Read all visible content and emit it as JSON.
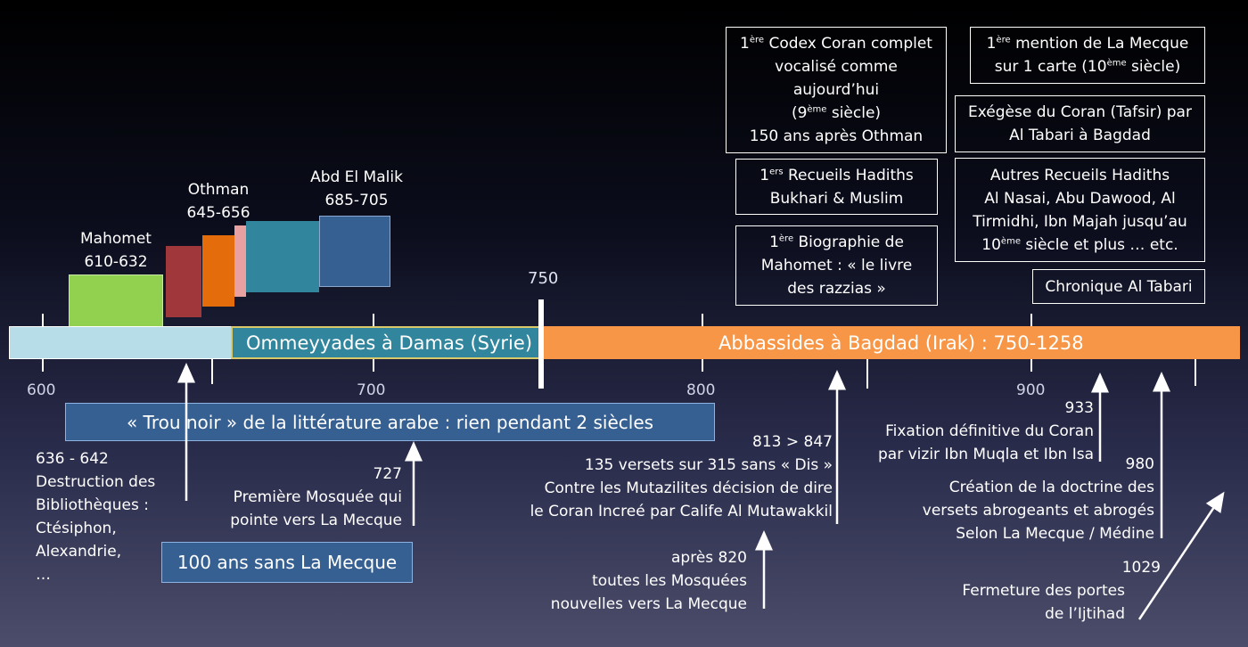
{
  "timeline": {
    "segment_ommeyyades": "Ommeyyades à Damas (Syrie)",
    "segment_abbassides": "Abbassides à Bagdad (Irak) : 750-1258",
    "marker_750": "750",
    "tick_labels": [
      "600",
      "700",
      "800",
      "900"
    ]
  },
  "rulers": {
    "mahomet": "Mahomet\n610-632",
    "othman": "Othman\n645-656",
    "abd_el_malik": "Abd El Malik\n685-705"
  },
  "ruler_colors": [
    "#92d050",
    "#a0383b",
    "#e46c0a",
    "#e8a0a0",
    "#31859c",
    "#366092"
  ],
  "timeline_colors": {
    "early": "#b7dde8",
    "ommeyyades": "#31859c",
    "abbassides": "#f79646"
  },
  "banners": {
    "trou_noir": "« Trou noir » de la littérature arabe : rien pendant 2 siècles",
    "cent_ans": "100 ans sans La Mecque"
  },
  "boxes": {
    "codex_sup": "ère",
    "codex_a": "1",
    "codex_b": " Codex Coran complet\nvocalisé comme\naujourd’hui\n(9",
    "codex_sup2": "ème",
    "codex_c": " siècle)\n150 ans après Othman",
    "hadiths_a": "1",
    "hadiths_sup": "ers",
    "hadiths_b": " Recueils Hadiths\nBukhari & Muslim",
    "bio_a": "1",
    "bio_sup": "ère",
    "bio_b": " Biographie de\nMahomet : « le livre\ndes razzias »",
    "mecque_a": "1",
    "mecque_sup": "ère",
    "mecque_b": " mention de La Mecque\nsur 1 carte (10",
    "mecque_sup2": "ème",
    "mecque_c": " siècle)",
    "tafsir": "Exégèse du Coran (Tafsir) par\nAl Tabari à Bagdad",
    "autres_a": "Autres Recueils Hadiths\nAl Nasai, Abu Dawood, Al\nTirmidhi, Ibn Majah jusqu’au\n10",
    "autres_sup": "ème",
    "autres_b": " siècle et plus … etc.",
    "chronique": "Chronique Al Tabari"
  },
  "events": {
    "e636": "636 - 642\nDestruction des\nBibliothèques :\nCtésiphon,\nAlexandrie,\n…",
    "e727": "727\nPremière Mosquée qui\npointe vers La Mecque",
    "e813": "813 > 847\n135 versets sur 315 sans « Dis »\nContre les Mutazilites décision de dire\nle Coran Increé par Calife Al Mutawakkil",
    "e820": "après 820\ntoutes les Mosquées\nnouvelles vers La Mecque",
    "e933_year": "933",
    "e933": "Fixation définitive du Coran\npar vizir Ibn Muqla et Ibn Isa",
    "e980_year": "980",
    "e980": "Création de la doctrine des\nversets abrogeants et abrogés\nSelon La Mecque / Médine",
    "e1029_year": "1029",
    "e1029": "Fermeture des portes\nde l’Ijtihad"
  }
}
